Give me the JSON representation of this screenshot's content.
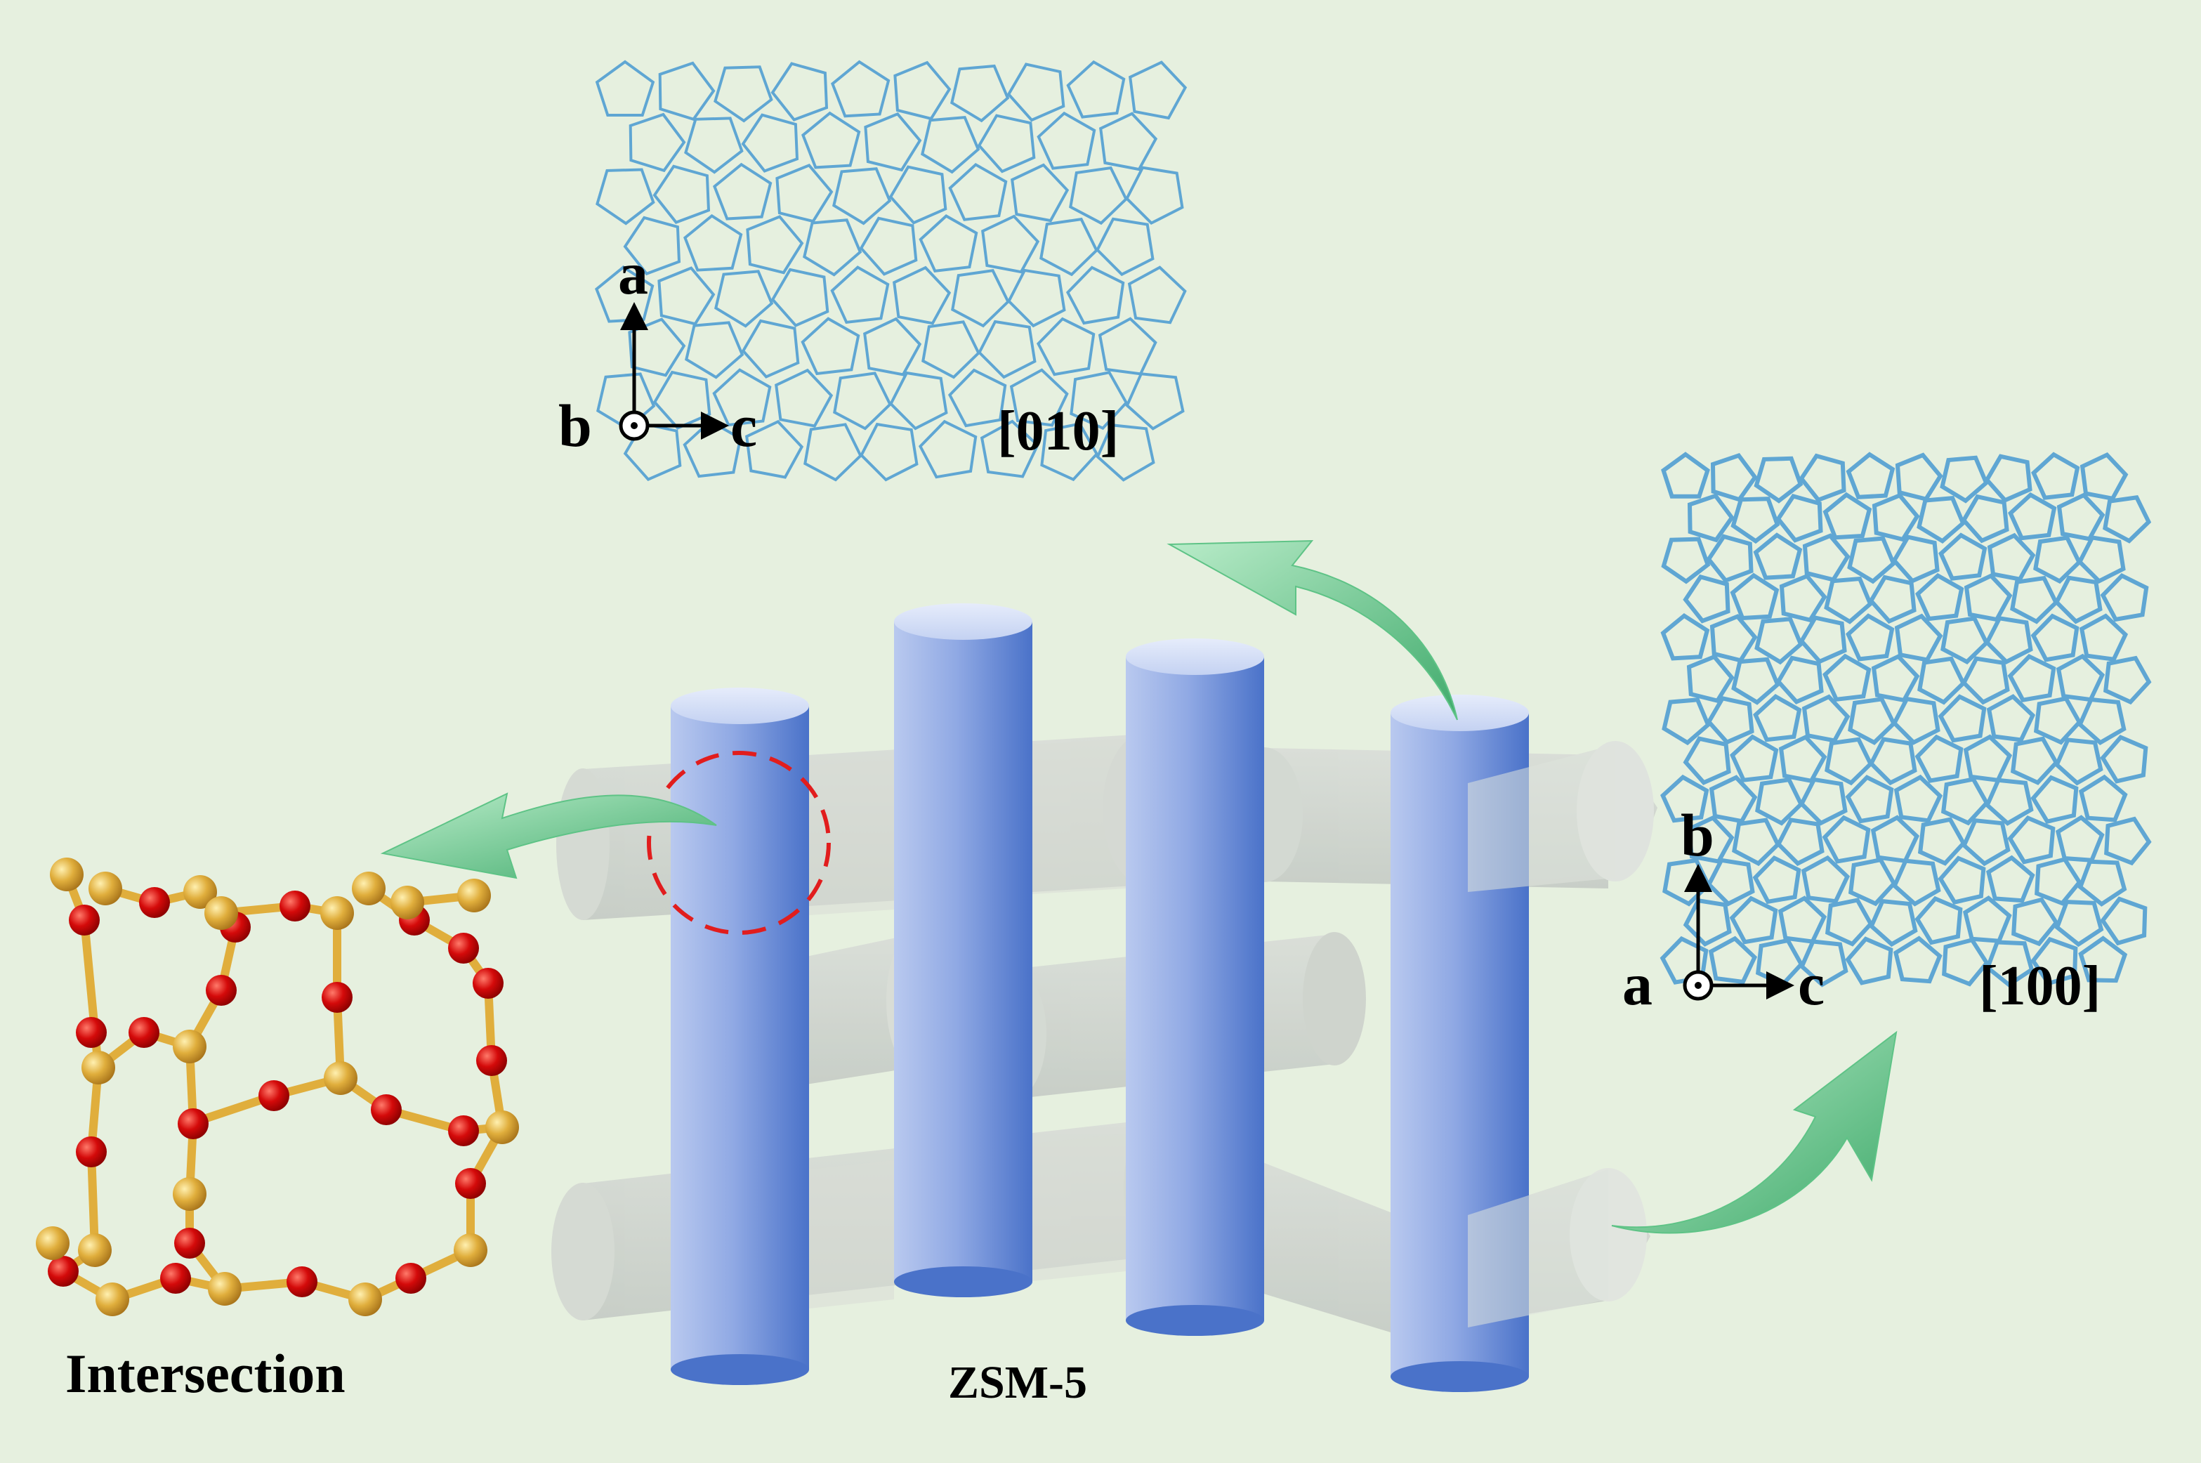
{
  "colors": {
    "background": "#e6f0df",
    "pillar_light": "#b7c8ee",
    "pillar_dark": "#4a72c9",
    "channel_gray": "#cfd4d0",
    "lattice_blue": "#5fa6d3",
    "arrow_green": "#5ec386",
    "oxygen_red": "#d40a0a",
    "silicon_gold": "#e0ae3c",
    "highlight_circle": "#e11d1d"
  },
  "labels": {
    "view_010": "[010]",
    "view_100": "[100]",
    "axis_a_top": "a",
    "axis_b_top": "b",
    "axis_c_top": "c",
    "axis_a_right": "a",
    "axis_b_right": "b",
    "axis_c_right": "c",
    "intersection": "Intersection",
    "zsm5": "ZSM-5"
  },
  "icons": {
    "straight_channel": "blue-cylinder",
    "sinusoidal_channel": "gray-translucent-cylinder",
    "pointer": "curved-green-arrow",
    "view_direction": "circled-dot-symbol"
  }
}
